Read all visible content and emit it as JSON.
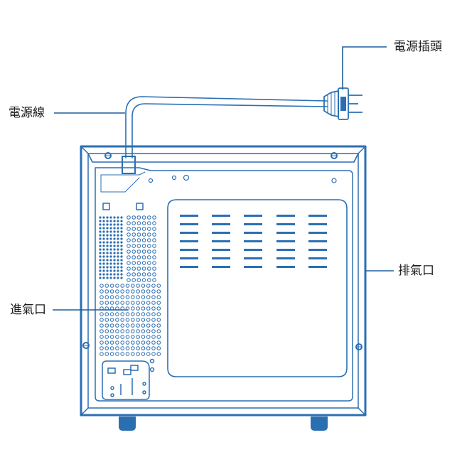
{
  "labels": {
    "power_plug": "電源插頭",
    "power_cord": "電源線",
    "exhaust_vent": "排氣口",
    "intake_vent": "進氣口"
  },
  "colors": {
    "line": "#2b6fb3",
    "fill": "#ffffff",
    "text": "#1b1b1b"
  }
}
